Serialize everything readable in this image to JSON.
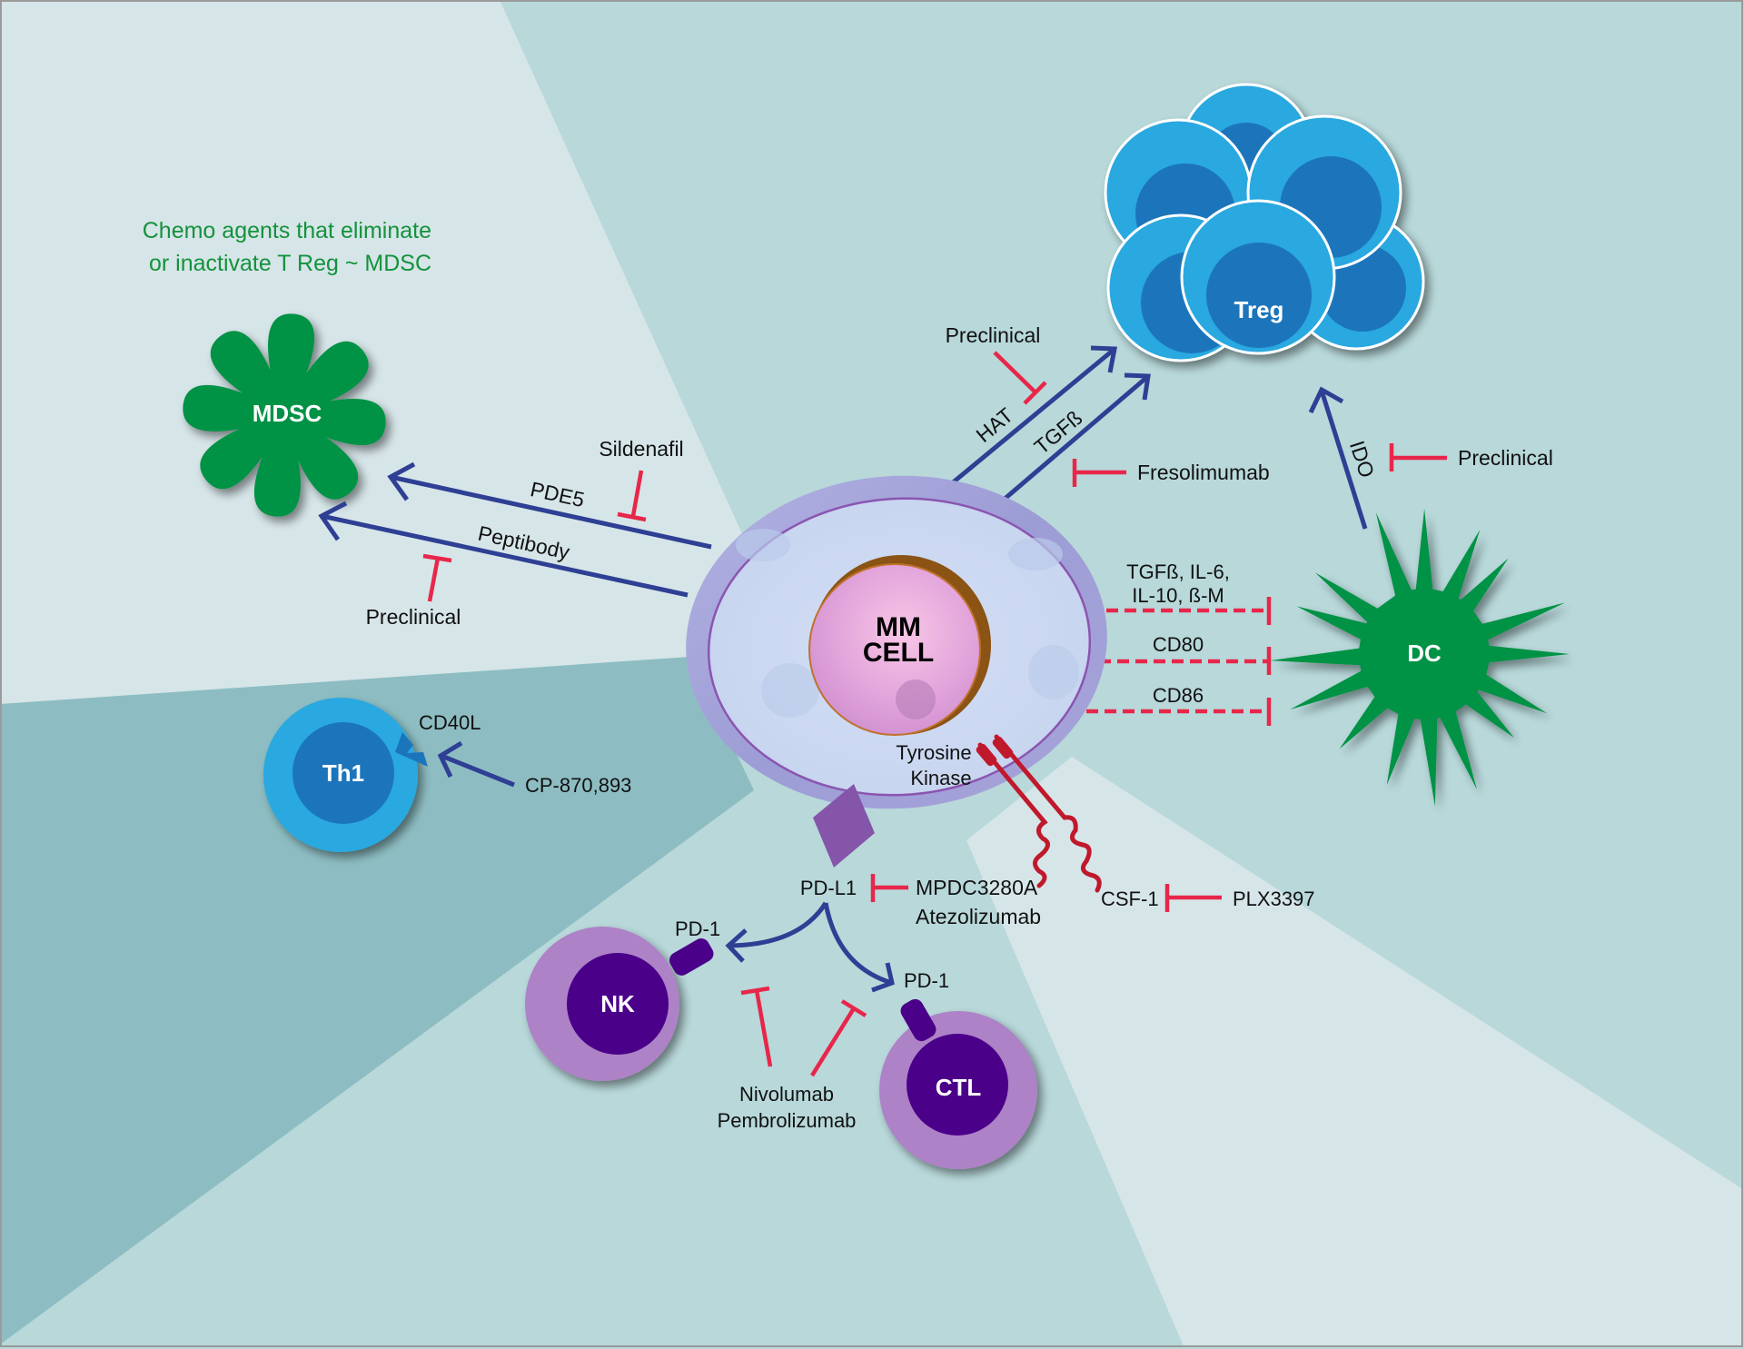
{
  "colors": {
    "bg_light": "#d6e5e8",
    "bg_mid": "#b8d8da",
    "bg_dark": "#8dbdc2",
    "activation_arrow": "#2e3f94",
    "inhibitor": "#e8264a",
    "receptor_red": "#c0192c",
    "green_cell": "#009245",
    "blue_cell_outer": "#29a8e0",
    "blue_cell_inner": "#1b75bb",
    "purple_cell_outer": "#ad82c6",
    "purple_cell_inner": "#4b0089",
    "pd_l1": "#8455a8",
    "mm_membrane": "#9f9fd6",
    "mm_cytoplasm": "#ccd8f1",
    "mm_nucleus": "#dea0d8",
    "note_green": "#14923c"
  },
  "note": {
    "line1": "Chemo agents that eliminate",
    "line2": "or inactivate T Reg ~ MDSC"
  },
  "cells": {
    "mm": {
      "line1": "MM",
      "line2": "CELL"
    },
    "mdsc": "MDSC",
    "treg": "Treg",
    "dc": "DC",
    "th1": "Th1",
    "nk": "NK",
    "ctl": "CTL"
  },
  "pathways": {
    "pde5": {
      "mediator": "PDE5",
      "inhibitor": "Sildenafil"
    },
    "peptibody": {
      "mediator": "Peptibody",
      "inhibitor": "Preclinical"
    },
    "hat": {
      "mediator": "HAT",
      "inhibitor": "Preclinical"
    },
    "tgfb": {
      "mediator": "TGFß",
      "inhibitor": "Fresolimumab"
    },
    "ido": {
      "mediator": "IDO",
      "inhibitor": "Preclinical"
    },
    "dc_suppression": [
      {
        "line1": "TGFß, IL-6,",
        "line2": "IL-10, ß-M"
      },
      {
        "line1": "CD80"
      },
      {
        "line1": "CD86"
      }
    ],
    "cd40": {
      "receptor": "CD40L",
      "agonist": "CP-870,893"
    },
    "tyrosine_kinase": {
      "line1": "Tyrosine",
      "line2": "Kinase"
    },
    "csf1": {
      "ligand": "CSF-1",
      "inhibitor": "PLX3397"
    },
    "pdl1": {
      "ligand": "PD-L1",
      "inhibitor_line1": "MPDC3280A",
      "inhibitor_line2": "Atezolizumab"
    },
    "pd1": {
      "nk_receptor": "PD-1",
      "ctl_receptor": "PD-1",
      "inhibitor_line1": "Nivolumab",
      "inhibitor_line2": "Pembrolizumab"
    }
  }
}
